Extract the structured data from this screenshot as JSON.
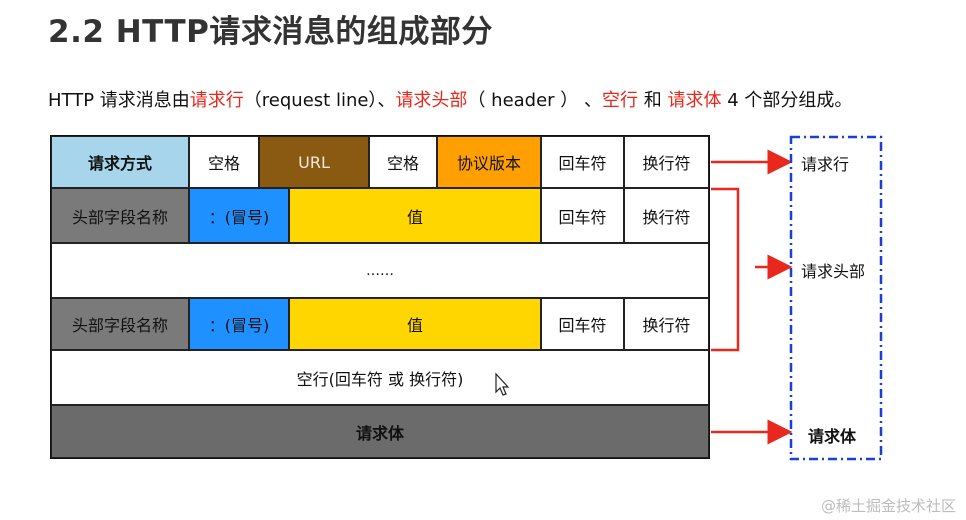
{
  "title": "2.2 HTTP请求消息的组成部分",
  "intro": {
    "p1": "HTTP 请求消息由",
    "h1": "请求行",
    "p2": "（request line）、",
    "h2": "请求头部",
    "p3": "（ header ） 、",
    "h3": "空行",
    "p4": " 和 ",
    "h4": "请求体",
    "p5": " 4 个部分组成。"
  },
  "row1": {
    "method": "请求方式",
    "space1": "空格",
    "url": "URL",
    "space2": "空格",
    "version": "协议版本",
    "cr": "回车符",
    "lf": "换行符"
  },
  "header_row_1": {
    "name": "头部字段名称",
    "colon": "：(冒号)",
    "value": "值",
    "cr": "回车符",
    "lf": "换行符"
  },
  "ellipsis": "……",
  "header_row_2": {
    "name": "头部字段名称",
    "colon": "：(冒号)",
    "value": "值",
    "cr": "回车符",
    "lf": "换行符"
  },
  "blank_line": "空行(回车符 或 换行符)",
  "body": "请求体",
  "side": {
    "request_line": "请求行",
    "request_header": "请求头部",
    "request_body": "请求体"
  },
  "watermark": "@稀土掘金技术社区",
  "colors": {
    "method_bg": "#a6d5ec",
    "url_bg": "#8a5a13",
    "version_bg": "#ffa000",
    "header_name_bg": "#7a7a7a",
    "colon_bg": "#1e90ff",
    "value_bg": "#ffd600",
    "body_bg": "#6b6b6b",
    "arrow": "#e8281c",
    "dash_box": "#1a3fd6"
  }
}
